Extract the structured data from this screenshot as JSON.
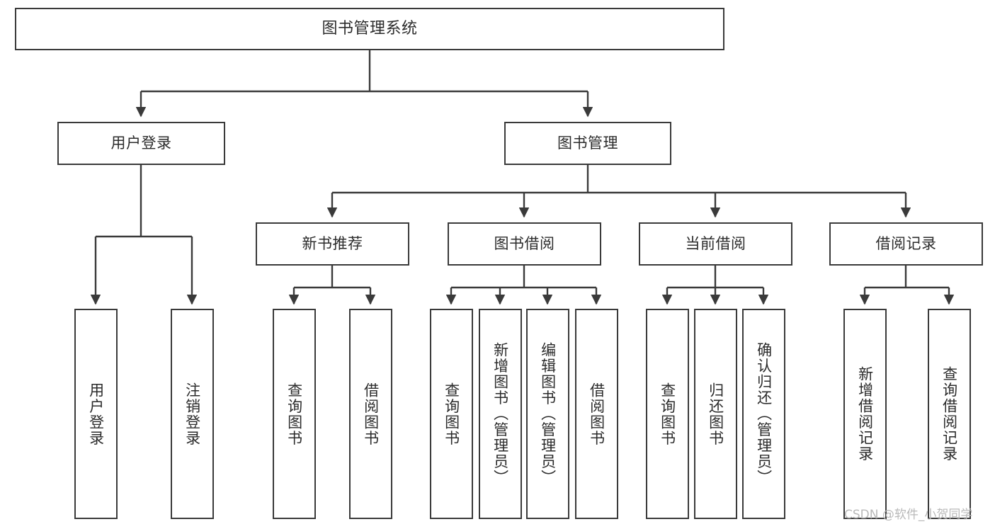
{
  "diagram": {
    "type": "tree-hierarchy-diagram",
    "title": "图书管理系统",
    "watermark": "CSDN @软件_小贺同学",
    "colors": {
      "box_border": "#3a3a3a",
      "box_fill": "#ffffff",
      "connector": "#3a3a3a",
      "text": "#2b2b2b",
      "watermark": "#b9b9b9",
      "background": "#ffffff"
    },
    "nodes": {
      "root": {
        "label": "图书管理系统"
      },
      "level2": [
        {
          "id": "user-login",
          "label": "用户登录"
        },
        {
          "id": "book-management",
          "label": "图书管理"
        }
      ],
      "level3": [
        {
          "id": "new-book-recommend",
          "label": "新书推荐"
        },
        {
          "id": "book-borrow",
          "label": "图书借阅"
        },
        {
          "id": "current-borrow",
          "label": "当前借阅"
        },
        {
          "id": "borrow-record",
          "label": "借阅记录"
        }
      ],
      "leaves": {
        "user_login": [
          {
            "id": "leaf-user-login",
            "label": "用户登录"
          },
          {
            "id": "leaf-logout-login",
            "label": "注销登录"
          }
        ],
        "new_book_recommend": [
          {
            "id": "leaf-query-book-1",
            "label": "查询图书"
          },
          {
            "id": "leaf-borrow-book-1",
            "label": "借阅图书"
          }
        ],
        "book_borrow": [
          {
            "id": "leaf-query-book-2",
            "label": "查询图书"
          },
          {
            "id": "leaf-add-book",
            "label": "新增图书（管理员）"
          },
          {
            "id": "leaf-edit-book",
            "label": "编辑图书（管理员）"
          },
          {
            "id": "leaf-borrow-book-2",
            "label": "借阅图书"
          }
        ],
        "current_borrow": [
          {
            "id": "leaf-query-book-3",
            "label": "查询图书"
          },
          {
            "id": "leaf-return-book",
            "label": "归还图书"
          },
          {
            "id": "leaf-confirm-return",
            "label": "确认归还（管理员）"
          }
        ],
        "borrow_record": [
          {
            "id": "leaf-add-record",
            "label": "新增借阅记录"
          },
          {
            "id": "leaf-query-record",
            "label": "查询借阅记录"
          }
        ]
      }
    }
  }
}
